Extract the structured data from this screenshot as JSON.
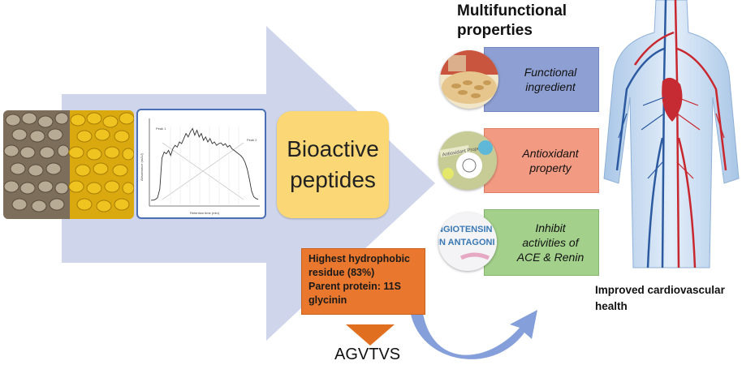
{
  "colors": {
    "big_arrow": "#cfd6ec",
    "bioactive_box": "#fbd775",
    "hydrophobic_box": "#e9772e",
    "functional_box": "#8e9fd3",
    "antioxidant_box": "#f39a82",
    "inhibit_box": "#a3d08b",
    "curved_arrow": "#7e9ad8",
    "down_arrow": "#e07020"
  },
  "center_box": {
    "line1": "Bioactive",
    "line2": "peptides"
  },
  "hydrophobic_box": {
    "line1": "Highest hydrophobic",
    "line2": "residue (83%)",
    "line3": "Parent protein: 11S",
    "line4": "glycinin"
  },
  "peptide_label": "AGVTVS",
  "multifunctional_title": {
    "line1": "Multifunctional",
    "line2": "properties"
  },
  "properties": [
    {
      "line1": "Functional",
      "line2": "ingredient",
      "line3": ""
    },
    {
      "line1": "Antioxidant",
      "line2": "property",
      "line3": ""
    },
    {
      "line1": "Inhibit",
      "line2": "activities of",
      "line3": "ACE & Renin"
    }
  ],
  "circle_images": {
    "antioxidant_text": "Antioxidant Property",
    "angiotensin_line1": "NGIOTENSIN",
    "angiotensin_line2": "IN ANTAGONI"
  },
  "outcome": {
    "line1": "Improved cardiovascular",
    "line2": "health"
  },
  "chromatogram": {
    "type": "line",
    "ylabel": "Absorbance (mAU)",
    "xlabel": "Retention time (min)",
    "peak_labels": [
      "Peak 1",
      "Peak 2"
    ],
    "values": [
      0.05,
      0.05,
      0.06,
      0.08,
      0.18,
      0.55,
      0.62,
      0.6,
      0.64,
      0.58,
      0.66,
      0.7,
      0.68,
      0.74,
      0.72,
      0.78,
      0.84,
      0.8,
      0.86,
      0.9,
      0.82,
      0.88,
      0.8,
      0.84,
      0.76,
      0.8,
      0.74,
      0.78,
      0.72,
      0.74,
      0.7,
      0.72,
      0.73,
      0.7,
      0.72,
      0.68,
      0.7,
      0.66,
      0.64,
      0.62,
      0.6,
      0.58,
      0.55,
      0.5,
      0.42,
      0.3,
      0.16,
      0.09,
      0.07,
      0.06
    ]
  }
}
